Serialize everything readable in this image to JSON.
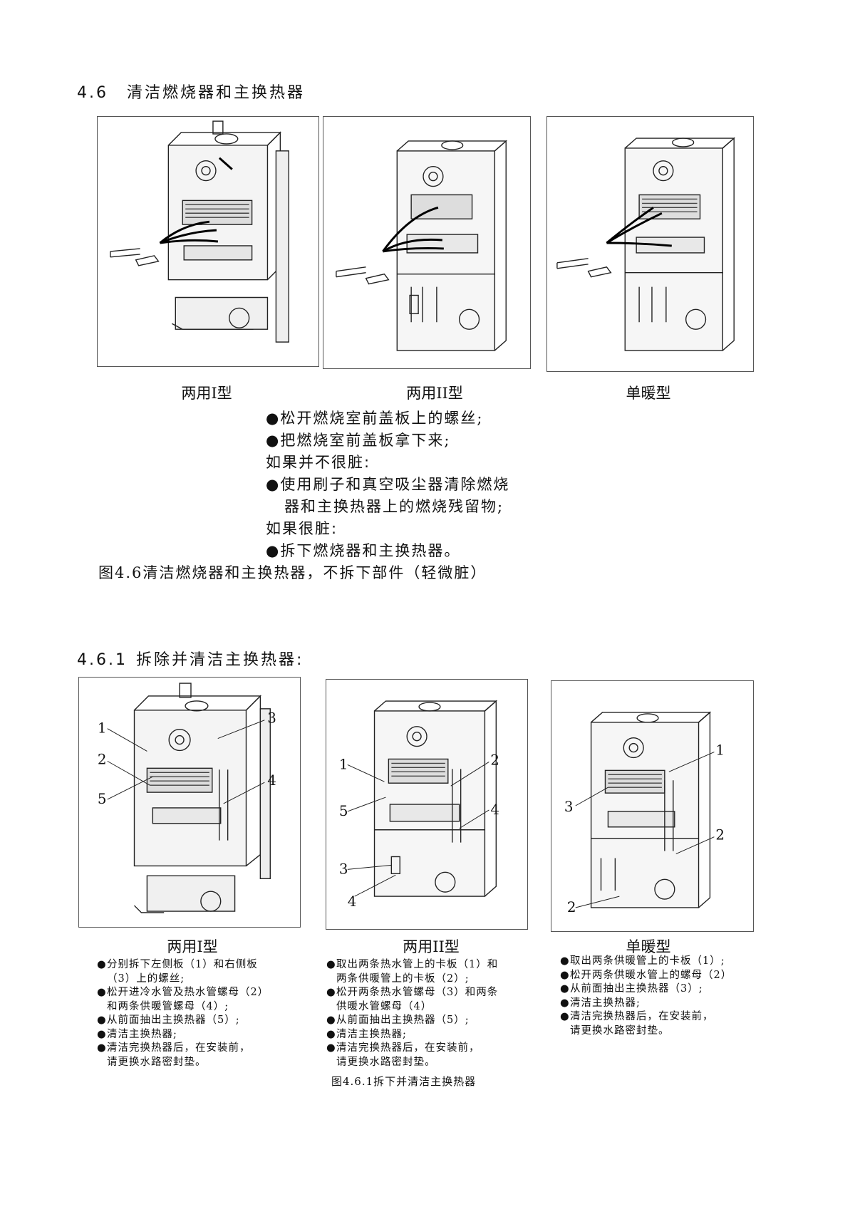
{
  "section_46": {
    "number": "4.6",
    "title": "清洁燃烧器和主换热器",
    "captions": [
      "两用I型",
      "两用II型",
      "单暖型"
    ],
    "steps": [
      {
        "type": "bullet",
        "text": "●松开燃烧室前盖板上的螺丝;"
      },
      {
        "type": "bullet",
        "text": "●把燃烧室前盖板拿下来;"
      },
      {
        "type": "sub",
        "text": "如果并不很脏:"
      },
      {
        "type": "bullet",
        "text": "●使用刷子和真空吸尘器清除燃烧"
      },
      {
        "type": "cont",
        "text": "器和主换热器上的燃烧残留物;"
      },
      {
        "type": "sub",
        "text": "如果很脏:"
      },
      {
        "type": "bullet",
        "text": "●拆下燃烧器和主换热器。"
      }
    ],
    "figure_caption": "图4.6清洁燃烧器和主换热器，不拆下部件（轻微脏）"
  },
  "section_461": {
    "number": "4.6.1",
    "title": "拆除并清洁主换热器:",
    "captions": [
      "两用I型",
      "两用II型",
      "单暖型"
    ],
    "callouts": [
      [
        "1",
        "2",
        "3",
        "4",
        "5"
      ],
      [
        "1",
        "2",
        "3",
        "4",
        "4",
        "5"
      ],
      [
        "1",
        "2",
        "2",
        "3"
      ]
    ],
    "instructions": [
      [
        {
          "b": "●",
          "t": "分别拆下左侧板（1）和右侧板"
        },
        {
          "b": "",
          "t": "（3）上的螺丝;"
        },
        {
          "b": "●",
          "t": "松开进冷水管及热水管螺母（2）"
        },
        {
          "b": "",
          "t": "和两条供暖管螺母（4）;"
        },
        {
          "b": "●",
          "t": "从前面抽出主换热器（5）;"
        },
        {
          "b": "●",
          "t": "清洁主换热器;"
        },
        {
          "b": "●",
          "t": "清洁完换热器后，在安装前，"
        },
        {
          "b": "",
          "t": "请更换水路密封垫。"
        }
      ],
      [
        {
          "b": "●",
          "t": "取出两条热水管上的卡板（1）和"
        },
        {
          "b": "",
          "t": "两条供暖管上的卡板（2）;"
        },
        {
          "b": "●",
          "t": "松开两条热水管螺母（3）和两条"
        },
        {
          "b": "",
          "t": "供暖水管螺母（4）"
        },
        {
          "b": "●",
          "t": "从前面抽出主换热器（5）;"
        },
        {
          "b": "●",
          "t": "清洁主换热器;"
        },
        {
          "b": "●",
          "t": "清洁完换热器后，在安装前，"
        },
        {
          "b": "",
          "t": "请更换水路密封垫。"
        }
      ],
      [
        {
          "b": "●",
          "t": "取出两条供暖管上的卡板（1）;"
        },
        {
          "b": "●",
          "t": "松开两条供暖水管上的螺母（2）"
        },
        {
          "b": "●",
          "t": "从前面抽出主换热器（3）;"
        },
        {
          "b": "●",
          "t": "清洁主换热器;"
        },
        {
          "b": "●",
          "t": "清洁完换热器后，在安装前，"
        },
        {
          "b": "",
          "t": "请更换水路密封垫。"
        }
      ]
    ],
    "figure_caption": "图4.6.1拆下并清洁主换热器"
  }
}
